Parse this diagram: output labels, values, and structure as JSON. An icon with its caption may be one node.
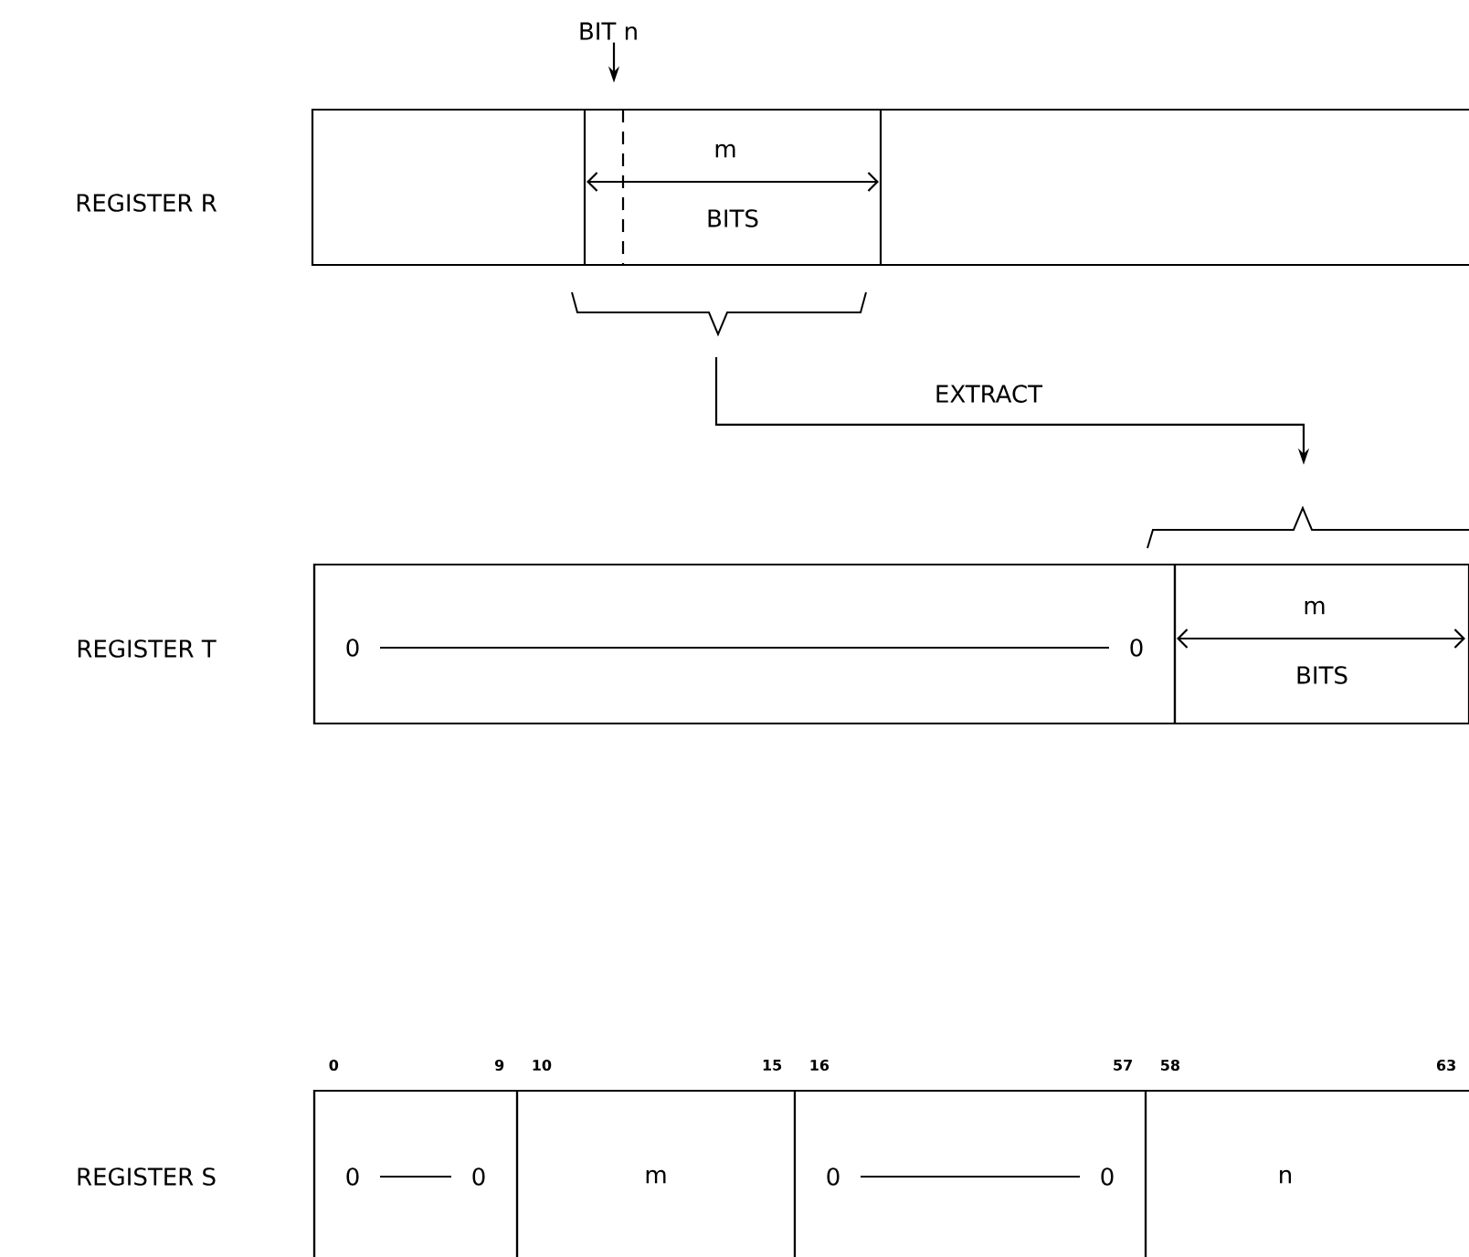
{
  "diagram": {
    "nodes": [
      {
        "text": [
          "REGISTER R"
        ]
      },
      {
        "text": [
          "m",
          "BITS"
        ],
        "in": 0
      },
      {
        "text": [
          "REGISTER T"
        ]
      },
      {
        "text": [
          "0",
          "0"
        ],
        "in": 2
      },
      {
        "text": [
          "m",
          "BITS"
        ],
        "in": 2
      },
      {
        "text": [
          "REGISTER S"
        ]
      },
      {
        "text": [
          "0",
          "0"
        ],
        "in": 5,
        "beside": [
          "0",
          "9"
        ]
      },
      {
        "text": [
          "m"
        ],
        "in": 5,
        "beside": [
          "10",
          "15"
        ]
      },
      {
        "text": [
          "0",
          "0"
        ],
        "in": 5,
        "beside": [
          "16",
          "57"
        ]
      },
      {
        "text": [
          "n"
        ],
        "in": 5,
        "beside": [
          "58",
          "63"
        ]
      },
      {
        "text": [
          "BIT n"
        ]
      }
    ],
    "edges": [
      {
        "from": 1,
        "to": 4,
        "arrow": "to",
        "label": "EXTRACT"
      },
      {
        "from": 10,
        "to": null,
        "arrow": "to"
      }
    ]
  }
}
